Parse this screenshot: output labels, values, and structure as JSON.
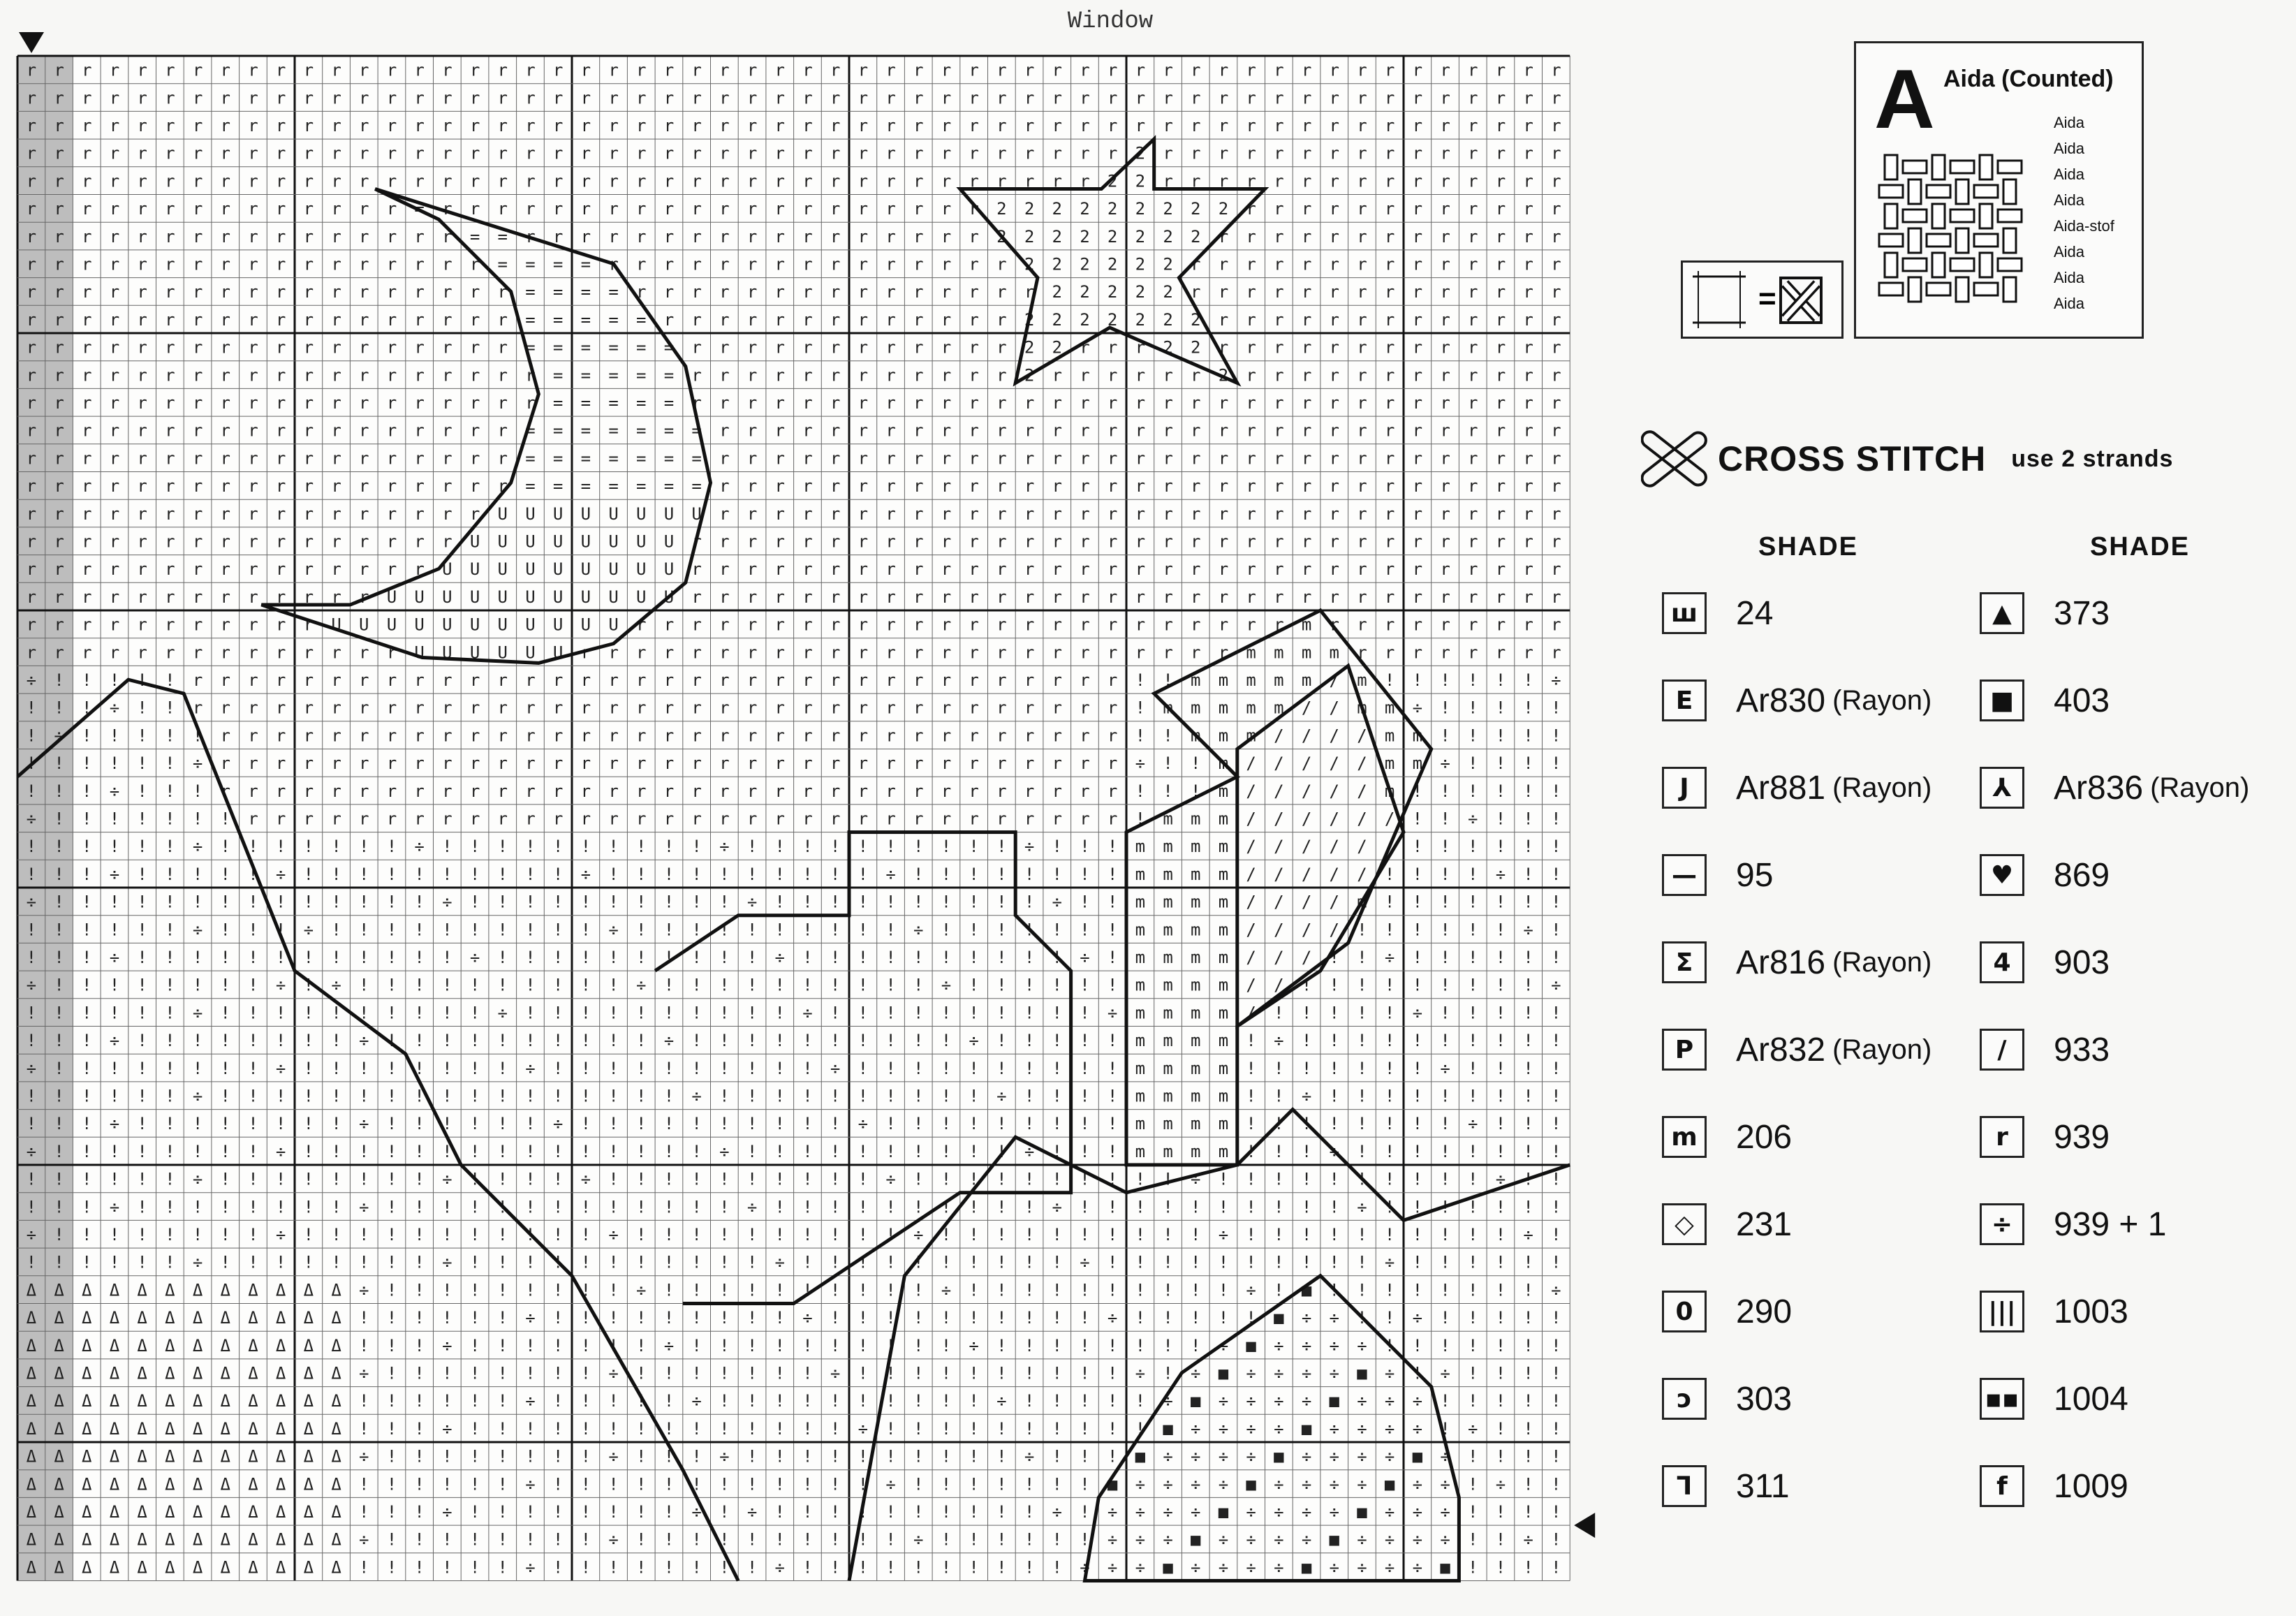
{
  "title": "Window",
  "aida": {
    "letter": "A",
    "title": "Aida  (Counted)",
    "translations": [
      "Aida",
      "Aida",
      "Aida",
      "Aida",
      "Aida-stof",
      "Aida",
      "Aida",
      "Aida"
    ],
    "equals": "="
  },
  "legend": {
    "heading": "CROSS STITCH",
    "strands": "use 2 strands",
    "shade_header_left": "SHADE",
    "shade_header_right": "SHADE",
    "left": [
      {
        "symbol": "ш",
        "shade": "24",
        "note": ""
      },
      {
        "symbol": "E",
        "shade": "Ar830",
        "note": "(Rayon)"
      },
      {
        "symbol": "J",
        "shade": "Ar881",
        "note": "(Rayon)"
      },
      {
        "symbol": "—",
        "shade": "95",
        "note": ""
      },
      {
        "symbol": "Σ",
        "shade": "Ar816",
        "note": "(Rayon)"
      },
      {
        "symbol": "P",
        "shade": "Ar832",
        "note": "(Rayon)"
      },
      {
        "symbol": "m",
        "shade": "206",
        "note": ""
      },
      {
        "symbol": "◇",
        "shade": "231",
        "note": ""
      },
      {
        "symbol": "0",
        "shade": "290",
        "note": ""
      },
      {
        "symbol": "ɔ",
        "shade": "303",
        "note": ""
      },
      {
        "symbol": "ᒣ",
        "shade": "311",
        "note": ""
      }
    ],
    "right": [
      {
        "symbol": "▲",
        "shade": "373",
        "note": ""
      },
      {
        "symbol": "■",
        "shade": "403",
        "note": ""
      },
      {
        "symbol": "⅄",
        "shade": "Ar836",
        "note": "(Rayon)"
      },
      {
        "symbol": "♥",
        "shade": "869",
        "note": ""
      },
      {
        "symbol": "4",
        "shade": "903",
        "note": ""
      },
      {
        "symbol": "/",
        "shade": "933",
        "note": ""
      },
      {
        "symbol": "r",
        "shade": "939",
        "note": ""
      },
      {
        "symbol": "÷",
        "shade": "939 + 1",
        "note": ""
      },
      {
        "symbol": "|||",
        "shade": "1003",
        "note": ""
      },
      {
        "symbol": "▪▪",
        "shade": "1004",
        "note": ""
      },
      {
        "symbol": "f",
        "shade": "1009",
        "note": ""
      }
    ]
  },
  "pattern": {
    "columns": 56,
    "rows": 55,
    "major_every": 10,
    "symbols": {
      "sky": "r",
      "moon_light": "=",
      "moon_dark": "U",
      "star": "2",
      "ground": "!",
      "ground_alt": "÷",
      "window": "■",
      "roof": "/",
      "tree": "Δ",
      "hill": "m"
    }
  }
}
